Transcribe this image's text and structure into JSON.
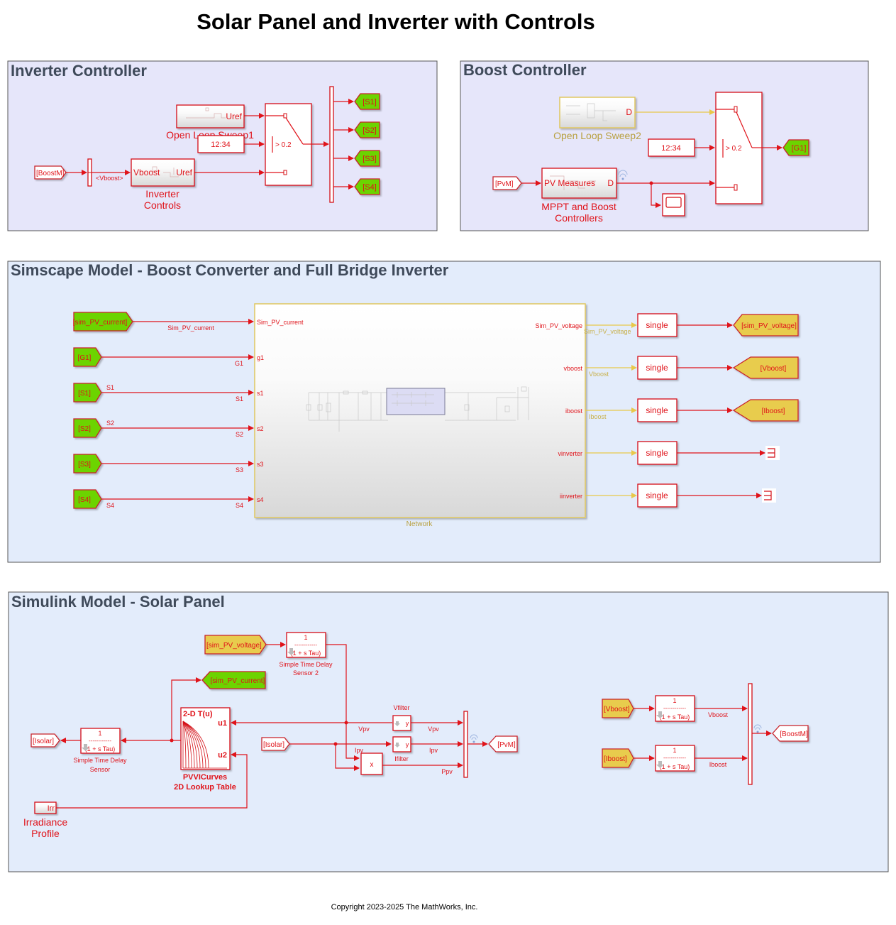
{
  "page": {
    "title": "Solar Panel and Inverter with Controls",
    "copyright": "Copyright 2023-2025 The MathWorks, Inc."
  },
  "colors": {
    "signal_line": "#e0131a",
    "bus_line_yellow": "#e8c84a",
    "goto_green": "#6cd400",
    "goto_yellow": "#e8cc4e",
    "area_lavender": "#e6e6fa",
    "area_blue": "#e3ecfb",
    "area_title": "#3f4a5a"
  },
  "inverter_controller": {
    "title": "Inverter Controller",
    "from_boostm": "[BoostM]",
    "bus_select_label": "<Vboost>",
    "inverter_controls": {
      "in_port": "Vboost",
      "out_port": "Uref",
      "name_line1": "Inverter",
      "name_line2": "Controls"
    },
    "open_loop_sweep": {
      "out_port": "Uref",
      "name": "Open Loop Sweep1"
    },
    "constant": "12:34",
    "switch_threshold": "> 0.2",
    "goto_tags": [
      "[S1]",
      "[S2]",
      "[S3]",
      "[S4]"
    ]
  },
  "boost_controller": {
    "title": "Boost Controller",
    "open_loop_sweep": {
      "out_port": "D",
      "name": "Open Loop Sweep2"
    },
    "constant": "12:34",
    "switch_threshold": "> 0.2",
    "from_pvm": "[PvM]",
    "mppt": {
      "in_port": "PV Measures",
      "out_port": "D",
      "name_line1": "MPPT and Boost",
      "name_line2": "Controllers"
    },
    "goto_g1": "[G1]",
    "scope_icon": "scope-icon"
  },
  "simscape_model": {
    "title": "Simscape Model - Boost Converter and Full Bridge Inverter",
    "inputs": [
      {
        "tag": "[sim_PV_current]",
        "signal_above": "",
        "signal_below": "Sim_PV_current",
        "port": "Sim_PV_current"
      },
      {
        "tag": "[G1]",
        "signal_above": "",
        "signal_below": "G1",
        "port": "g1"
      },
      {
        "tag": "[S1]",
        "signal_above": "S1",
        "signal_below": "S1",
        "port": "s1"
      },
      {
        "tag": "[S2]",
        "signal_above": "S2",
        "signal_below": "S2",
        "port": "s2"
      },
      {
        "tag": "[S3]",
        "signal_above": "",
        "signal_below": "S3",
        "port": "s3"
      },
      {
        "tag": "[S4]",
        "signal_above": "S4",
        "signal_below": "S4",
        "port": "s4"
      }
    ],
    "network_name": "Network",
    "outputs": [
      {
        "port": "Sim_PV_voltage",
        "signal": "Sim_PV_voltage",
        "convert": "single",
        "goto": "[sim_PV_voltage]"
      },
      {
        "port": "vboost",
        "signal": "Vboost",
        "convert": "single",
        "goto": "[Vboost]"
      },
      {
        "port": "iboost",
        "signal": "Iboost",
        "convert": "single",
        "goto": "[Iboost]"
      },
      {
        "port": "vinverter",
        "signal": "",
        "convert": "single",
        "goto": ""
      },
      {
        "port": "iinverter",
        "signal": "",
        "convert": "single",
        "goto": ""
      }
    ]
  },
  "solar_panel": {
    "title": "Simulink Model - Solar Panel",
    "from_sim_pv_voltage": "[sim_PV_voltage]",
    "goto_sim_pv_current": "[sim_PV_current]",
    "tf_num": "1",
    "tf_den": "(1 + s Tau)",
    "tf_dashes": "------------",
    "delay_sensor2_line1": "Simple Time Delay",
    "delay_sensor2_line2": "Sensor 2",
    "delay_sensor_line1": "Simple Time Delay",
    "delay_sensor_line2": "Sensor",
    "goto_isolar": "[Isolar]",
    "lookup": {
      "header": "2-D T(u)",
      "u1": "u1",
      "u2": "u2",
      "name_line1": "PVVICurves",
      "name_line2": "2D Lookup Table"
    },
    "irr_port": "Irr",
    "irr_line1": "Irradiance",
    "irr_line2": "Profile",
    "from_isolar": "[Isolar]",
    "vfilter": "Vfilter",
    "ifilter": "Ifilter",
    "filter_out": "y",
    "product": "x",
    "signals": {
      "vpv": "Vpv",
      "ipv": "Ipv",
      "ppv": "Ppv"
    },
    "goto_pvm": "[PvM]",
    "from_vboost": "[Vboost]",
    "from_iboost": "[Iboost]",
    "sig_vboost": "Vboost",
    "sig_iboost": "Iboost",
    "goto_boostm": "[BoostM]"
  }
}
